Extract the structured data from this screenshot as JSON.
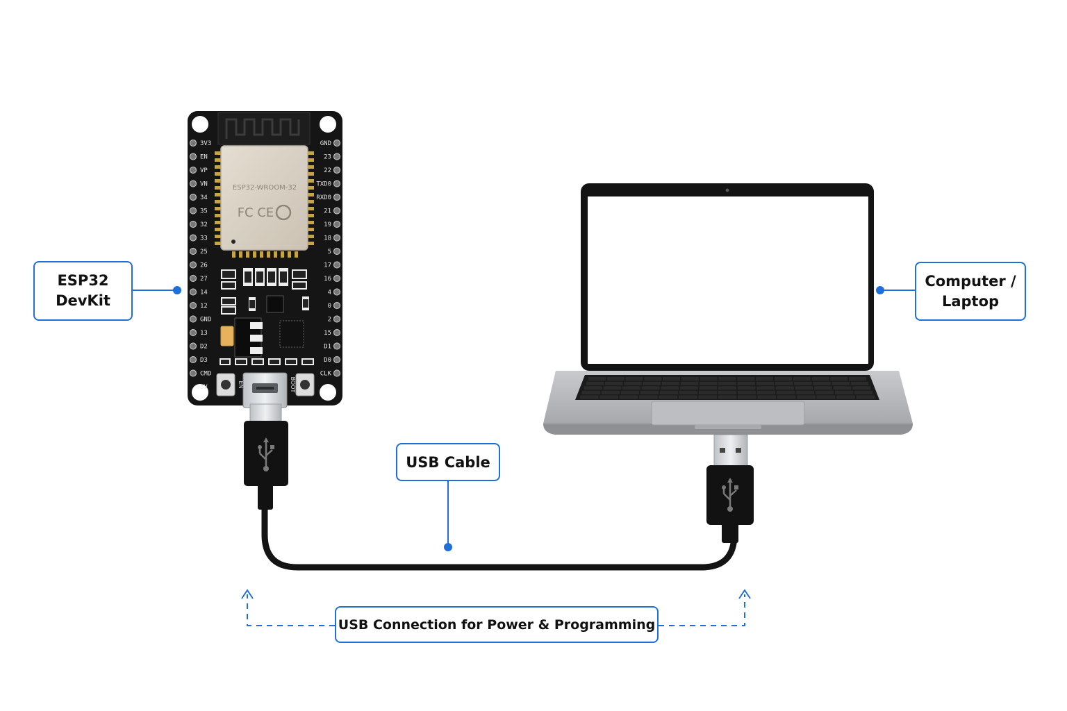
{
  "labels": {
    "esp32": {
      "line1": "ESP32",
      "line2": "DevKit"
    },
    "computer": {
      "line1": "Computer /",
      "line2": "Laptop"
    },
    "cable": "USB Cable",
    "connection": "USB Connection for Power & Programming"
  },
  "board": {
    "module_label": "ESP32-WROOM-32",
    "cert_marks": "FC CE",
    "left_pins": [
      "3V3",
      "EN",
      "VP",
      "VN",
      "34",
      "35",
      "32",
      "33",
      "25",
      "26",
      "27",
      "14",
      "12",
      "GND",
      "13",
      "D2",
      "D3",
      "CMD",
      "5V"
    ],
    "right_pins": [
      "GND",
      "23",
      "22",
      "TXD0",
      "RXD0",
      "21",
      "19",
      "18",
      "5",
      "17",
      "16",
      "4",
      "0",
      "2",
      "15",
      "D1",
      "D0",
      "CLK"
    ],
    "button_left": "EN",
    "button_right": "BOOT"
  },
  "colors": {
    "accent": "#1e6fd9",
    "pcb": "#151515",
    "module": "#d8d0c3",
    "laptop_body": "#b8b9bc",
    "cable": "#141414"
  },
  "icons": [
    "usb-trident-icon"
  ]
}
